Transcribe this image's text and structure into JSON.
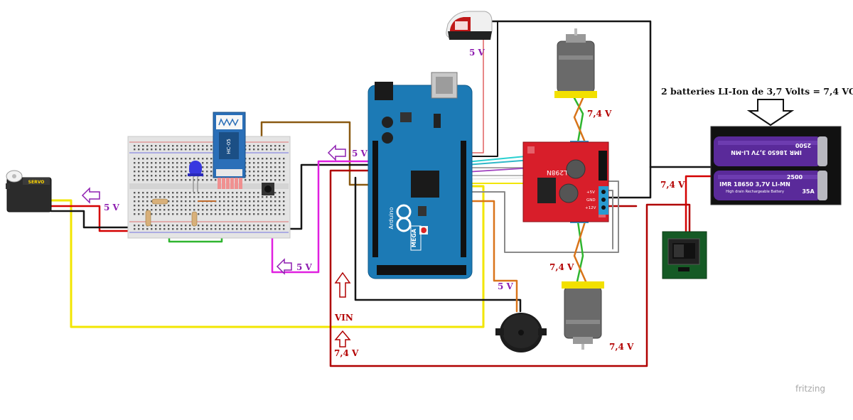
{
  "labels": {
    "battery_caption": "2 batteries LI-Ion de 3,7 Volts = 7,4 VOLTS",
    "v_servo": "5 V",
    "v_bt_breadboard": "5 V",
    "v_breadboard_pink": "5 V",
    "v_light": "5 V",
    "v_buzzer": "5 V",
    "v_motor_top": "7,4 V",
    "v_motor_bottom": "7,4 V",
    "v_battery": "7,4 V",
    "v_bottom_left": "7,4 V",
    "v_bottom_right": "7,4 V",
    "vin": "VIN",
    "watermark": "fritzing"
  },
  "component_text": {
    "servo": "SERVO",
    "bluetooth": "HC-05",
    "arduino_brand": "Arduino",
    "arduino_model": "MEGA",
    "driver": "L298N",
    "driver_pins": [
      "+5V",
      "GND",
      "+12V"
    ],
    "battery_top_brand": "IMR 18650 3,7V LI-MN",
    "battery_top_mah": "2500",
    "battery_bottom_brand": "IMR 18650 3,7V LI-MN",
    "battery_bottom_mah": "2500",
    "battery_bottom_sub": "High drain Rechargeable Battery",
    "battery_bottom_amp": "35A"
  },
  "colors": {
    "wire_red": "#d40000",
    "wire_darkred": "#b00000",
    "wire_black": "#151515",
    "wire_yellow": "#f2e600",
    "wire_magenta": "#e020e0",
    "wire_green": "#2fb52f",
    "wire_brown": "#8a5a12",
    "wire_orange": "#d9741a",
    "wire_gray": "#8a8a8a",
    "wire_cyan": "#2ad0d0",
    "arduino_board": "#1c7ab5",
    "driver_board": "#d81e2a",
    "battery_purple": "#5a2a9a",
    "switch_green": "#155a25",
    "label_purple": "#8e1fb0",
    "label_red": "#b30000"
  }
}
